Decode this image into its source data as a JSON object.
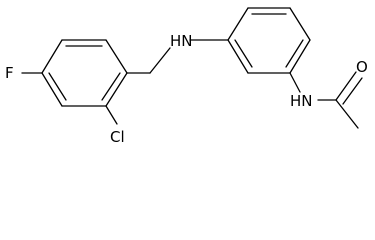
{
  "diagram": {
    "type": "chemical-structure",
    "atom_labels": {
      "fluorine": "F",
      "chlorine": "Cl",
      "amine_nh": "HN",
      "amide_nh": "HN",
      "carbonyl_oxygen": "O"
    },
    "colors": {
      "bond": "#000000",
      "label": "#000000",
      "background": "#ffffff"
    }
  }
}
